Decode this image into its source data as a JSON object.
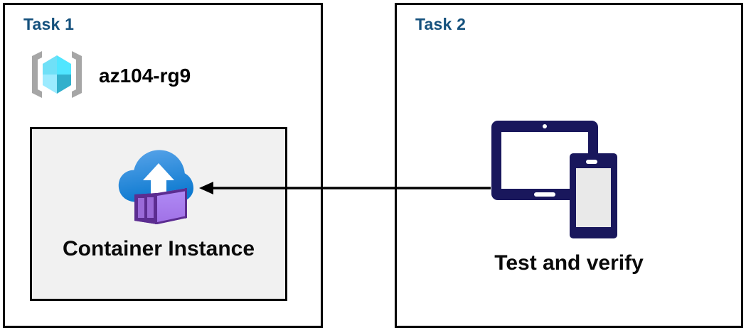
{
  "diagram": {
    "title": "Azure Container Instance task diagram",
    "background": "#ffffff",
    "border_color": "#000000",
    "heading_color": "#15517d"
  },
  "panels": [
    {
      "id": "task1",
      "title": "Task 1",
      "resource_group": {
        "icon": "azure-resource-group-icon",
        "label": "az104-rg9"
      },
      "resource": {
        "icon": "container-instance-icon",
        "label": "Container Instance",
        "fill": "#f1f1f1"
      }
    },
    {
      "id": "task2",
      "title": "Task 2",
      "item": {
        "icon": "devices-tablet-phone-icon",
        "label": "Test and verify",
        "color": "#19175c"
      }
    }
  ],
  "connector": {
    "name": "flow-arrow",
    "direction": "right-to-left",
    "from": "Test and verify",
    "to": "Container Instance",
    "color": "#000000"
  },
  "palette": {
    "resource_group_cube_light": "#9cebff",
    "resource_group_cube_mid": "#50e6ff",
    "resource_group_cube_dark": "#32b0cc",
    "bracket_grey": "#a6a6a6",
    "cloud_top": "#50a0e8",
    "cloud_bottom": "#0f7dd0",
    "container_dark_purple": "#5c2d91",
    "container_mid_purple": "#9a6ad8",
    "container_light_purple": "#a97ef0",
    "device_navy": "#19175c",
    "phone_screen_grey": "#e9e9e9"
  }
}
